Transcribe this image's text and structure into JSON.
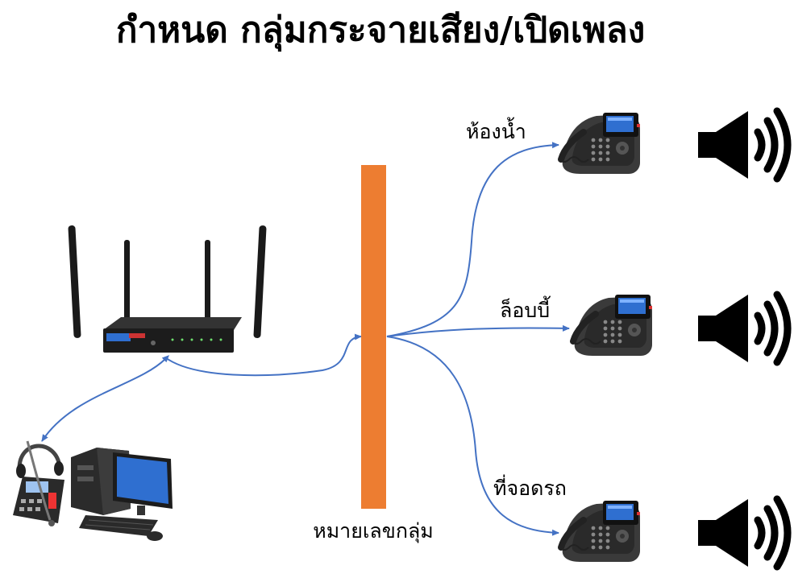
{
  "title": "กำหนด กลุ่มกระจายเสียง/เปิดเพลง",
  "group_label": "หมายเลขกลุ่ม",
  "zones": [
    {
      "label": "ห้องน้ำ"
    },
    {
      "label": "ล็อบบี้"
    },
    {
      "label": "ที่จอดรถ"
    }
  ],
  "colors": {
    "group_bar": "#ed7d31",
    "connector": "#4472c4",
    "device_dark": "#1c1c1c",
    "screen_blue": "#2f6fd0"
  },
  "icons": {
    "gateway": "router-icon",
    "phone": "ip-phone-icon",
    "speaker": "speaker-icon",
    "computer": "computer-icon",
    "headset": "headset-phone-icon"
  }
}
